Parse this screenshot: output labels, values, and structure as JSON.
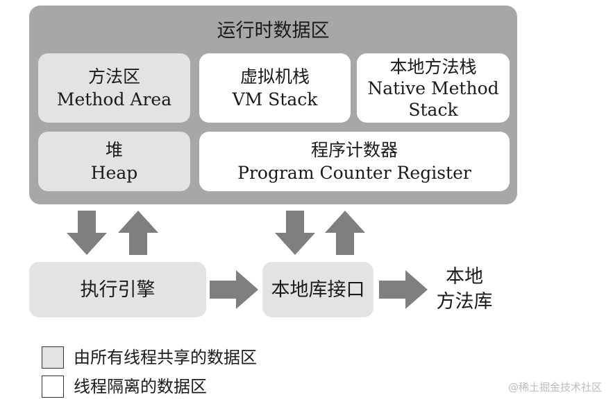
{
  "runtime_area": {
    "title": "运行时数据区"
  },
  "method_area": {
    "zh": "方法区",
    "en": "Method Area"
  },
  "vm_stack": {
    "zh": "虚拟机栈",
    "en": "VM Stack"
  },
  "native_stack": {
    "zh": "本地方法栈",
    "en1": "Native Method",
    "en2": "Stack"
  },
  "heap": {
    "zh": "堆",
    "en": "Heap"
  },
  "pc_register": {
    "zh": "程序计数器",
    "en": "Program Counter Register"
  },
  "execution_engine": {
    "label": "执行引擎"
  },
  "native_interface": {
    "label": "本地库接口"
  },
  "native_library": {
    "line1": "本地",
    "line2": "方法库"
  },
  "legend": {
    "shared": "由所有线程共享的数据区",
    "isolated": "线程隔离的数据区"
  },
  "watermark": "@稀土掘金技术社区",
  "colors": {
    "runtime_bg": "#a7a7a7",
    "shared_bg": "#e3e3e3",
    "private_bg": "#ffffff",
    "arrow": "#7f7f7f"
  }
}
